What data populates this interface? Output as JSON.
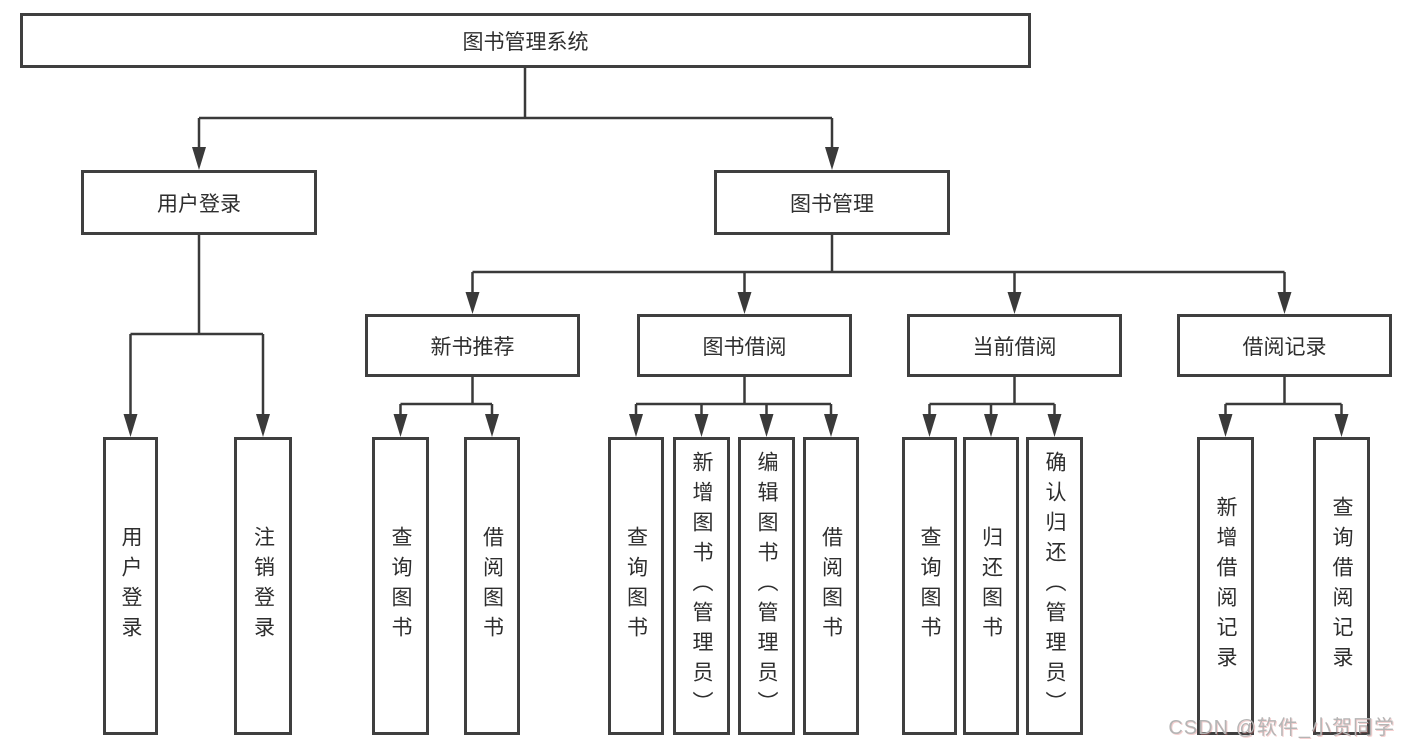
{
  "diagram": {
    "root": {
      "label": "图书管理系统"
    },
    "level2": [
      {
        "label": "用户登录"
      },
      {
        "label": "图书管理"
      }
    ],
    "level3": [
      {
        "label": "新书推荐"
      },
      {
        "label": "图书借阅"
      },
      {
        "label": "当前借阅"
      },
      {
        "label": "借阅记录"
      }
    ],
    "leaves": [
      {
        "label": "用户登录"
      },
      {
        "label": "注销登录"
      },
      {
        "label": "查询图书"
      },
      {
        "label": "借阅图书"
      },
      {
        "label": "查询图书"
      },
      {
        "label": "新增图书（管理员）"
      },
      {
        "label": "编辑图书（管理员）"
      },
      {
        "label": "借阅图书"
      },
      {
        "label": "查询图书"
      },
      {
        "label": "归还图书"
      },
      {
        "label": "确认归还（管理员）"
      },
      {
        "label": "新增借阅记录"
      },
      {
        "label": "查询借阅记录"
      }
    ],
    "structure": {
      "图书管理系统": [
        "用户登录",
        "图书管理"
      ],
      "用户登录": [
        "用户登录",
        "注销登录"
      ],
      "图书管理": [
        "新书推荐",
        "图书借阅",
        "当前借阅",
        "借阅记录"
      ],
      "新书推荐": [
        "查询图书",
        "借阅图书"
      ],
      "图书借阅": [
        "查询图书",
        "新增图书（管理员）",
        "编辑图书（管理员）",
        "借阅图书"
      ],
      "当前借阅": [
        "查询图书",
        "归还图书",
        "确认归还（管理员）"
      ],
      "借阅记录": [
        "新增借阅记录",
        "查询借阅记录"
      ]
    },
    "colors": {
      "line": "#3a3a3a",
      "box_border": "#3f3f3f",
      "text": "#2e2e2e",
      "watermark": "#b5b5b5"
    },
    "watermark": {
      "text": "CSDN @软件_小贺同学"
    }
  }
}
